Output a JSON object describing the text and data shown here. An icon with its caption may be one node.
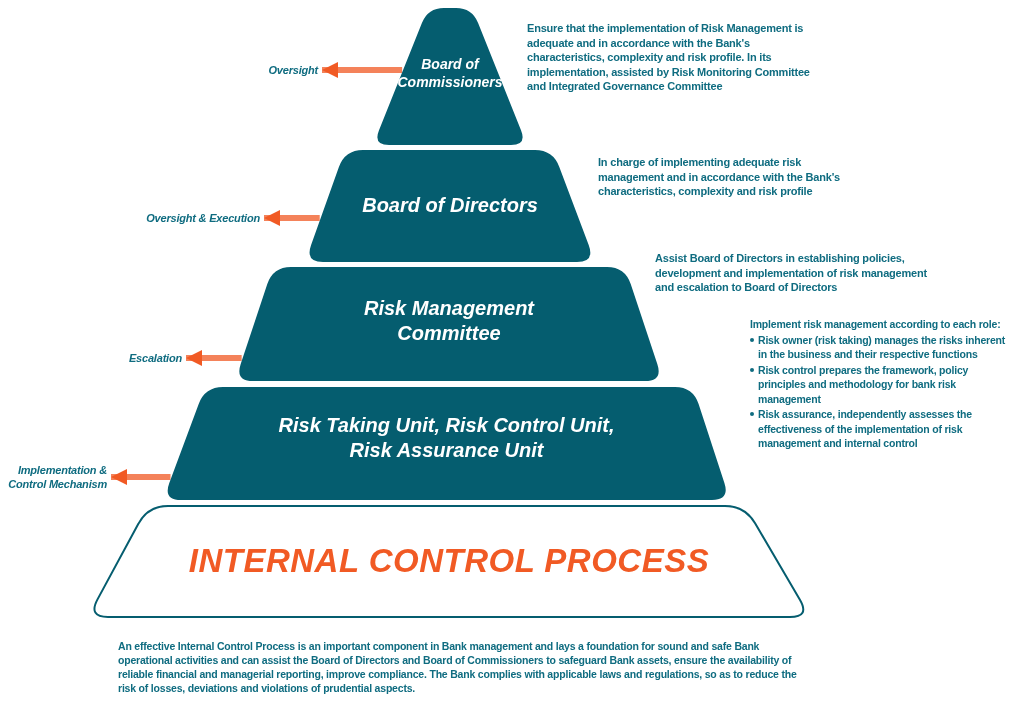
{
  "diagram": {
    "caption": "An effective Internal Control Process is an important component in Bank management and lays a foundation for sound and safe Bank operational activities and can assist the Board of Directors and Board of Commissioners to safeguard Bank assets, ensure the availability of reliable financial and managerial reporting, improve compliance. The Bank complies with applicable laws and regulations, so as to reduce the risk of losses, deviations and violations of prudential aspects.",
    "nodes": [
      {
        "text": [
          "Board of Commissioners"
        ],
        "beside": [
          "Ensure that the implementation of Risk Management is adequate and in accordance with the Bank's characteristics, complexity and risk profile. In its implementation, assisted by Risk Monitoring Committee and Integrated Governance Committee"
        ]
      },
      {
        "text": [
          "Board of Directors"
        ],
        "beside": [
          "In charge of implementing adequate risk management and in accordance with the Bank's characteristics, complexity and risk profile"
        ]
      },
      {
        "text": [
          "Risk Management Committee"
        ],
        "beside": [
          "Assist Board of Directors in establishing policies, development and implementation of risk management and escalation to Board of Directors"
        ]
      },
      {
        "text": [
          "Risk Taking Unit, Risk Control Unit, Risk Assurance Unit"
        ],
        "beside": [
          "Implement risk management according to each role:",
          "Risk owner (risk taking) manages the risks inherent in the business and their respective functions",
          "Risk control prepares the framework, policy principles and methodology for bank risk management",
          "Risk assurance, independently assesses the effectiveness of the implementation of risk management and internal control"
        ]
      },
      {
        "text": [
          "INTERNAL CONTROL PROCESS"
        ]
      },
      {
        "text": [
          "Oversight"
        ]
      },
      {
        "text": [
          "Oversight & Execution"
        ]
      },
      {
        "text": [
          "Escalation"
        ]
      },
      {
        "text": [
          "Implementation & Control Mechanism"
        ]
      }
    ],
    "edges": [
      {
        "from": 0,
        "to": 5,
        "arrow": "to"
      },
      {
        "from": 1,
        "to": 6,
        "arrow": "to"
      },
      {
        "from": 2,
        "to": 7,
        "arrow": "to"
      },
      {
        "from": 3,
        "to": 8,
        "arrow": "to"
      }
    ]
  }
}
